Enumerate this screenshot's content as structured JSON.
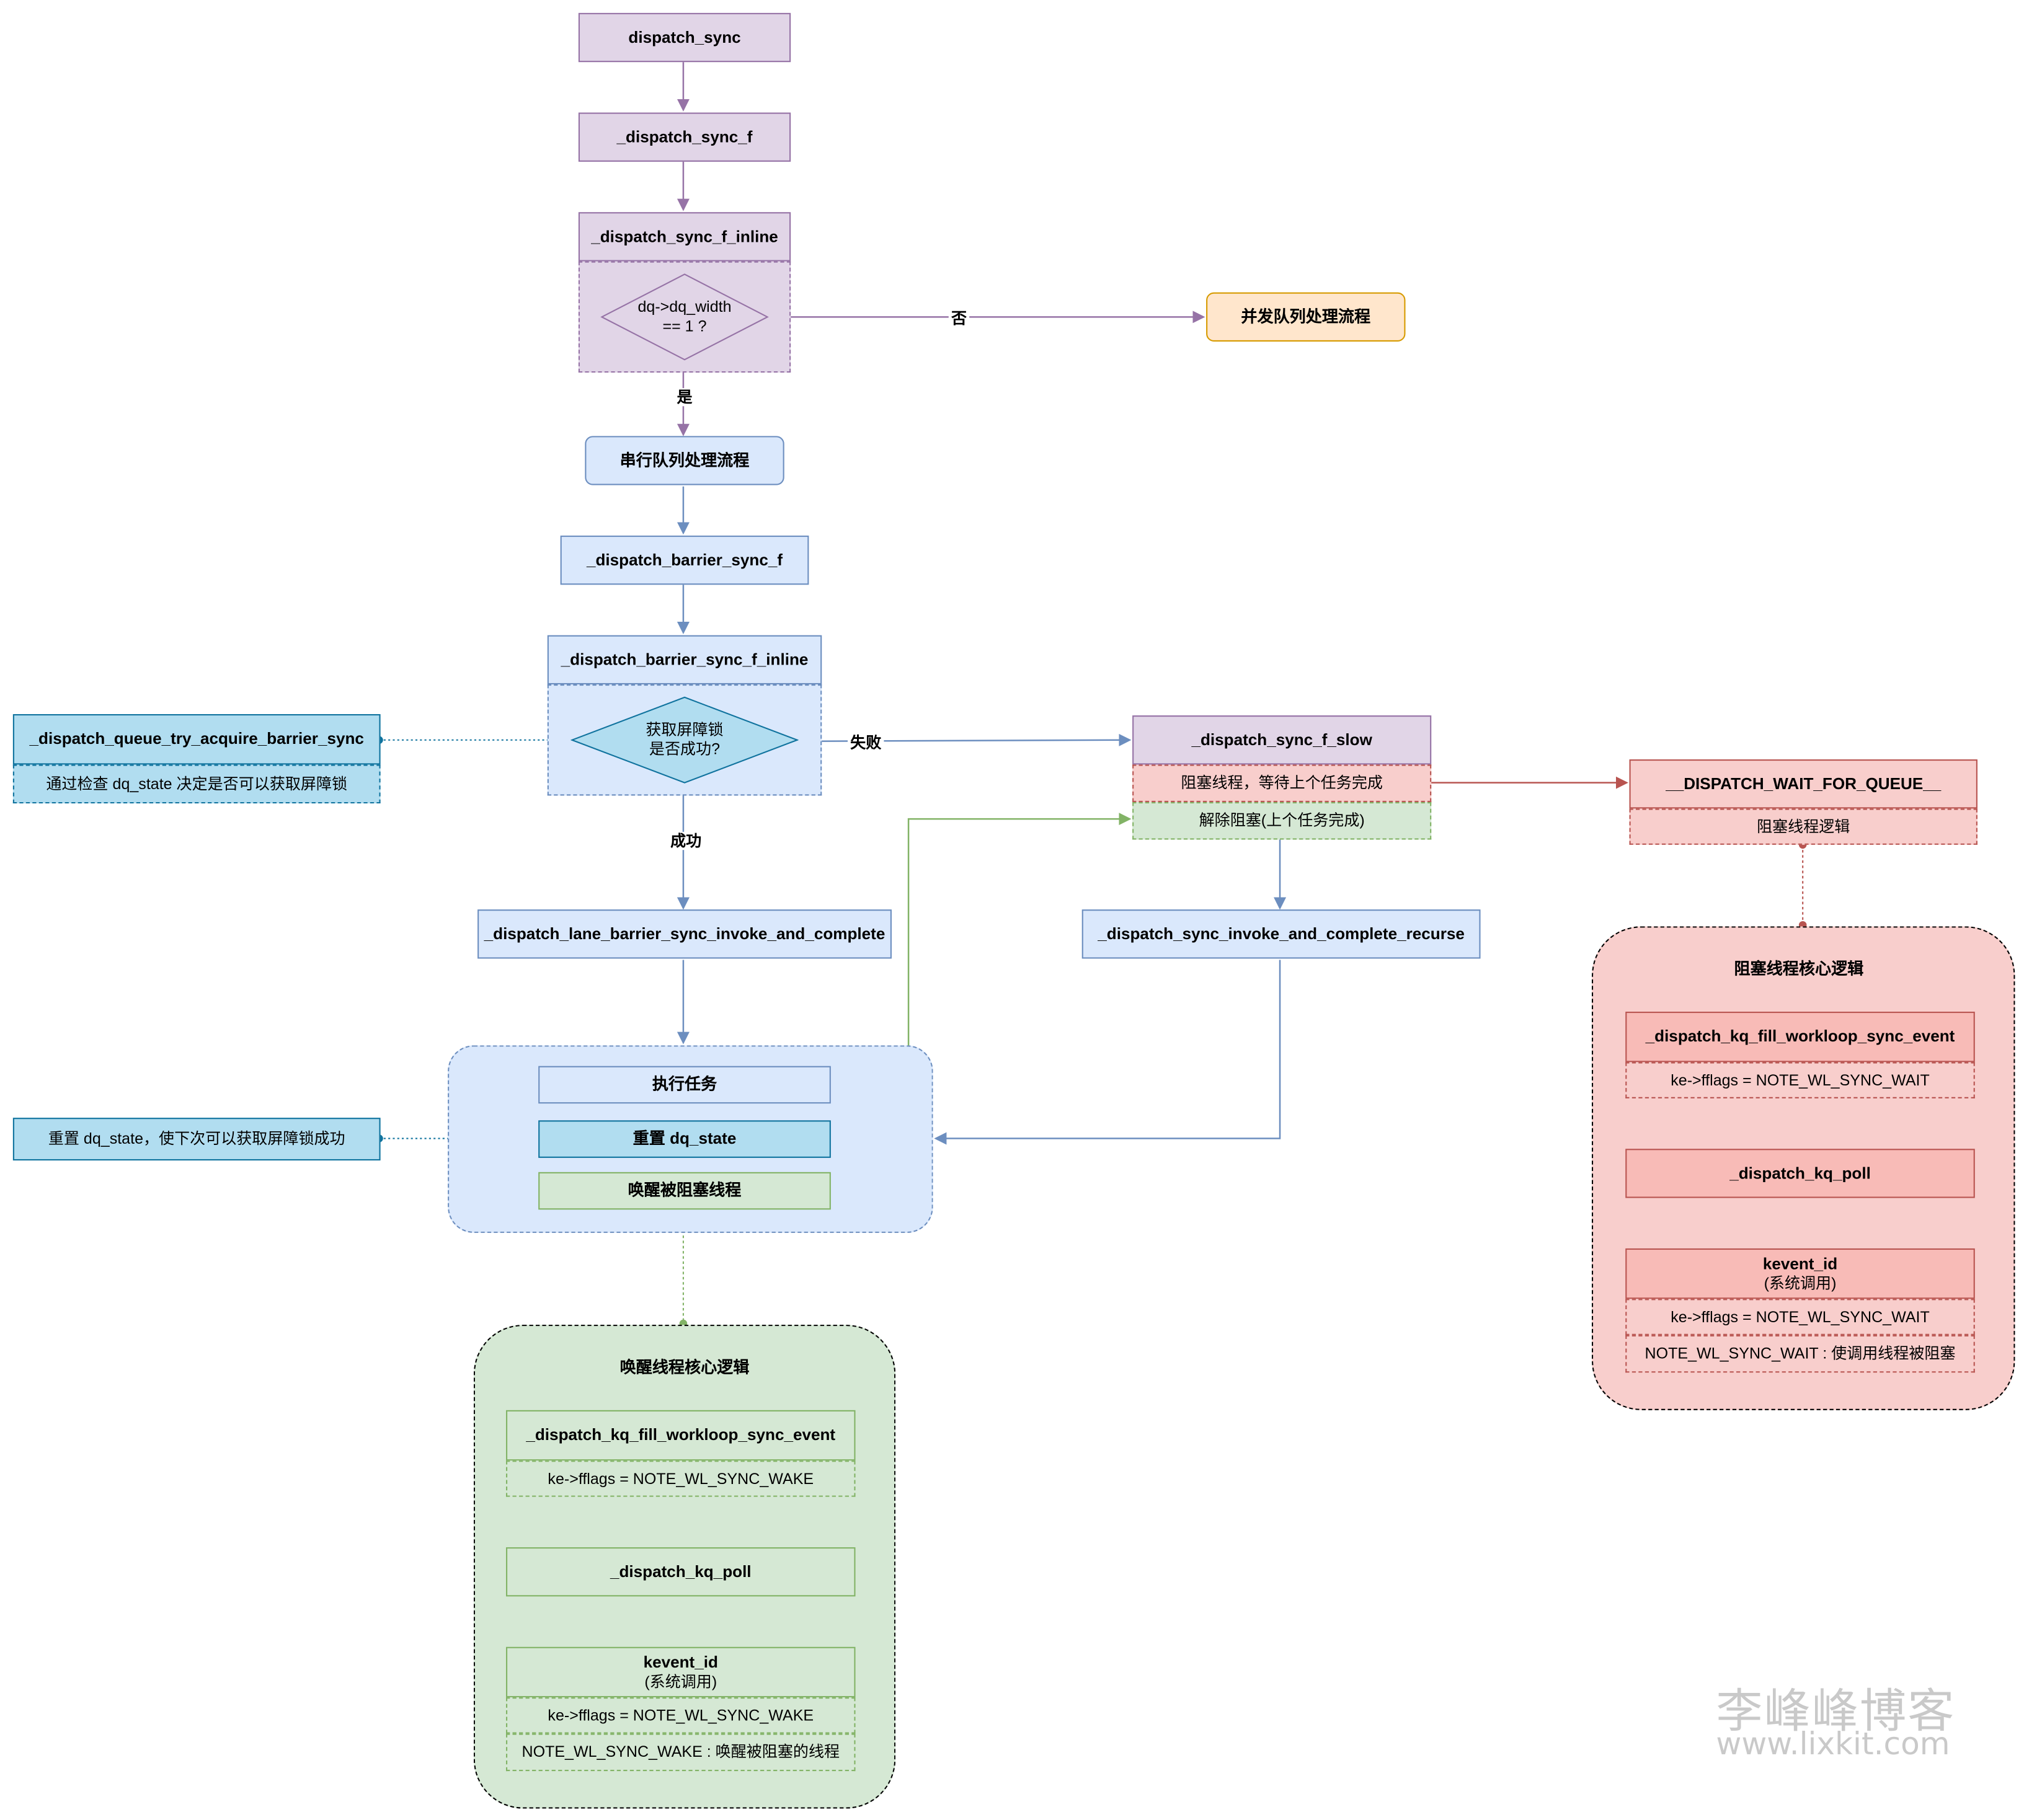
{
  "nodes": {
    "dispatch_sync": "dispatch_sync",
    "dispatch_sync_f": "_dispatch_sync_f",
    "dispatch_sync_f_inline": "_dispatch_sync_f_inline",
    "width_decision": "dq->dq_width\n== 1 ?",
    "concurrent_flow": "并发队列处理流程",
    "serial_flow": "串行队列处理流程",
    "barrier_sync_f": "_dispatch_barrier_sync_f",
    "barrier_sync_f_inline": "_dispatch_barrier_sync_f_inline",
    "barrier_decision": "获取屏障锁\n是否成功?",
    "try_acquire": "_dispatch_queue_try_acquire_barrier_sync",
    "try_acquire_note": "通过检查 dq_state 决定是否可以获取屏障锁",
    "sync_f_slow": "_dispatch_sync_f_slow",
    "block_thread": "阻塞线程，等待上个任务完成",
    "unblock": "解除阻塞(上个任务完成)",
    "wait_for_queue": "__DISPATCH_WAIT_FOR_QUEUE__",
    "wait_note": "阻塞线程逻辑",
    "lane_barrier": "_dispatch_lane_barrier_sync_invoke_and_complete",
    "invoke_recurse": "_dispatch_sync_invoke_and_complete_recurse",
    "exec_task": "执行任务",
    "reset_state": "重置 dq_state",
    "wake_blocked": "唤醒被阻塞线程",
    "reset_note": "重置 dq_state，使下次可以获取屏障锁成功"
  },
  "edge_labels": {
    "no": "否",
    "yes": "是",
    "fail": "失败",
    "success": "成功"
  },
  "wake_group": {
    "title": "唤醒线程核心逻辑",
    "fill_event": "_dispatch_kq_fill_workloop_sync_event",
    "fill_flags": "ke->fflags = NOTE_WL_SYNC_WAKE",
    "poll": "_dispatch_kq_poll",
    "kevent_name": "kevent_id",
    "kevent_sub": "(系统调用)",
    "kevent_flags": "ke->fflags = NOTE_WL_SYNC_WAKE",
    "kevent_note": "NOTE_WL_SYNC_WAKE : 唤醒被阻塞的线程"
  },
  "block_group": {
    "title": "阻塞线程核心逻辑",
    "fill_event": "_dispatch_kq_fill_workloop_sync_event",
    "fill_flags": "ke->fflags = NOTE_WL_SYNC_WAIT",
    "poll": "_dispatch_kq_poll",
    "kevent_name": "kevent_id",
    "kevent_sub": "(系统调用)",
    "kevent_flags": "ke->fflags = NOTE_WL_SYNC_WAIT",
    "kevent_note": "NOTE_WL_SYNC_WAIT : 使调用线程被阻塞"
  },
  "watermark": {
    "title": "李峰峰博客",
    "url": "www.lixkit.com"
  },
  "colors": {
    "purple_fill": "#e1d5e7",
    "purple_stroke": "#9673a6",
    "blue_fill": "#dae8fc",
    "blue_stroke": "#6c8ebf",
    "cyan_fill": "#b1ddf0",
    "cyan_stroke": "#10739e",
    "red_fill": "#f8cecc",
    "red_stroke": "#b85450",
    "green_fill": "#d5e8d4",
    "green_stroke": "#82b366",
    "orange_fill": "#ffe6cc",
    "orange_stroke": "#d79b00"
  }
}
